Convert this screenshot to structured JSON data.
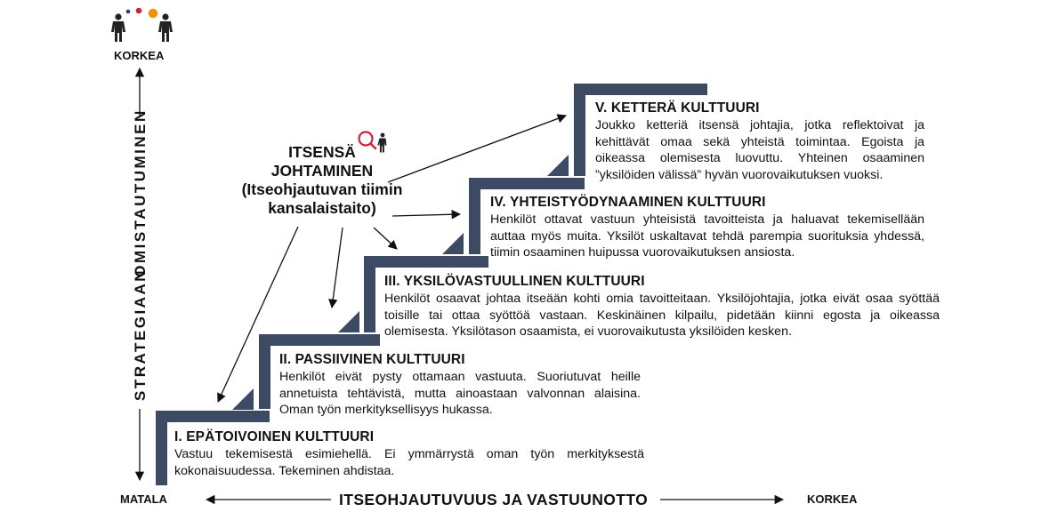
{
  "axes": {
    "y_top_label": "KORKEA",
    "y_axis_title_upper": "OMISTAUTUMINEN",
    "y_axis_title_lower": "STRATEGIAAN",
    "x_left_label": "MATALA",
    "x_right_label": "KORKEA",
    "x_axis_title": "ITSEOHJAUTUVUUS JA VASTUUNOTTO"
  },
  "center": {
    "line1": "ITSENSÄ",
    "line2": "JOHTAMINEN",
    "line3": "(Itseohjautuvan tiimin",
    "line4": "kansalaistaito)"
  },
  "steps": [
    {
      "title": "I. EPÄTOIVOINEN KULTTUURI",
      "text": "Vastuu tekemisestä esimiehellä. Ei ymmärrystä oman työn merkityksestä kokonaisuudessa. Tekeminen ahdistaa."
    },
    {
      "title": "II. PASSIIVINEN KULTTUURI",
      "text": "Henkilöt eivät pysty ottamaan vastuuta. Suoriutuvat heille annetuista tehtävistä, mutta ainoastaan valvonnan alaisina. Oman työn merkityksellisyys hukassa."
    },
    {
      "title": "III. YKSILÖVASTUULLINEN KULTTUURI",
      "text": "Henkilöt osaavat johtaa itseään kohti omia tavoitteitaan. Yksilöjohtajia, jotka eivät osaa syöttää toisille tai ottaa syöttöä vastaan. Keskinäinen kilpailu, pidetään kiinni egosta ja oikeassa olemisesta. Yksilötason osaamista, ei vuorovaikutusta yksilöiden kesken."
    },
    {
      "title": "IV. YHTEISTYÖDYNAAMINEN KULTTUURI",
      "text": "Henkilöt ottavat vastuun yhteisistä tavoitteista ja haluavat tekemisellään auttaa myös muita. Yksilöt uskaltavat tehdä parempia suorituksia yhdessä, tiimin osaaminen huipussa vuorovaikutuksen ansiosta."
    },
    {
      "title": "V. KETTERÄ KULTTUURI",
      "text": "Joukko ketteriä itsensä johtajia, jotka reflektoivat ja kehittävät omaa sekä yhteistä toimintaa. Egoista ja oikeassa olemisesta luovuttu. Yhteinen osaaminen ”yksilöiden välissä” hyvän vuorovaikutuksen vuoksi."
    }
  ],
  "colors": {
    "stair": "#3d4a63",
    "dot_blue": "#1f3a93",
    "dot_red": "#d0213a",
    "dot_orange": "#f29100",
    "magnifier": "#d0213a"
  }
}
